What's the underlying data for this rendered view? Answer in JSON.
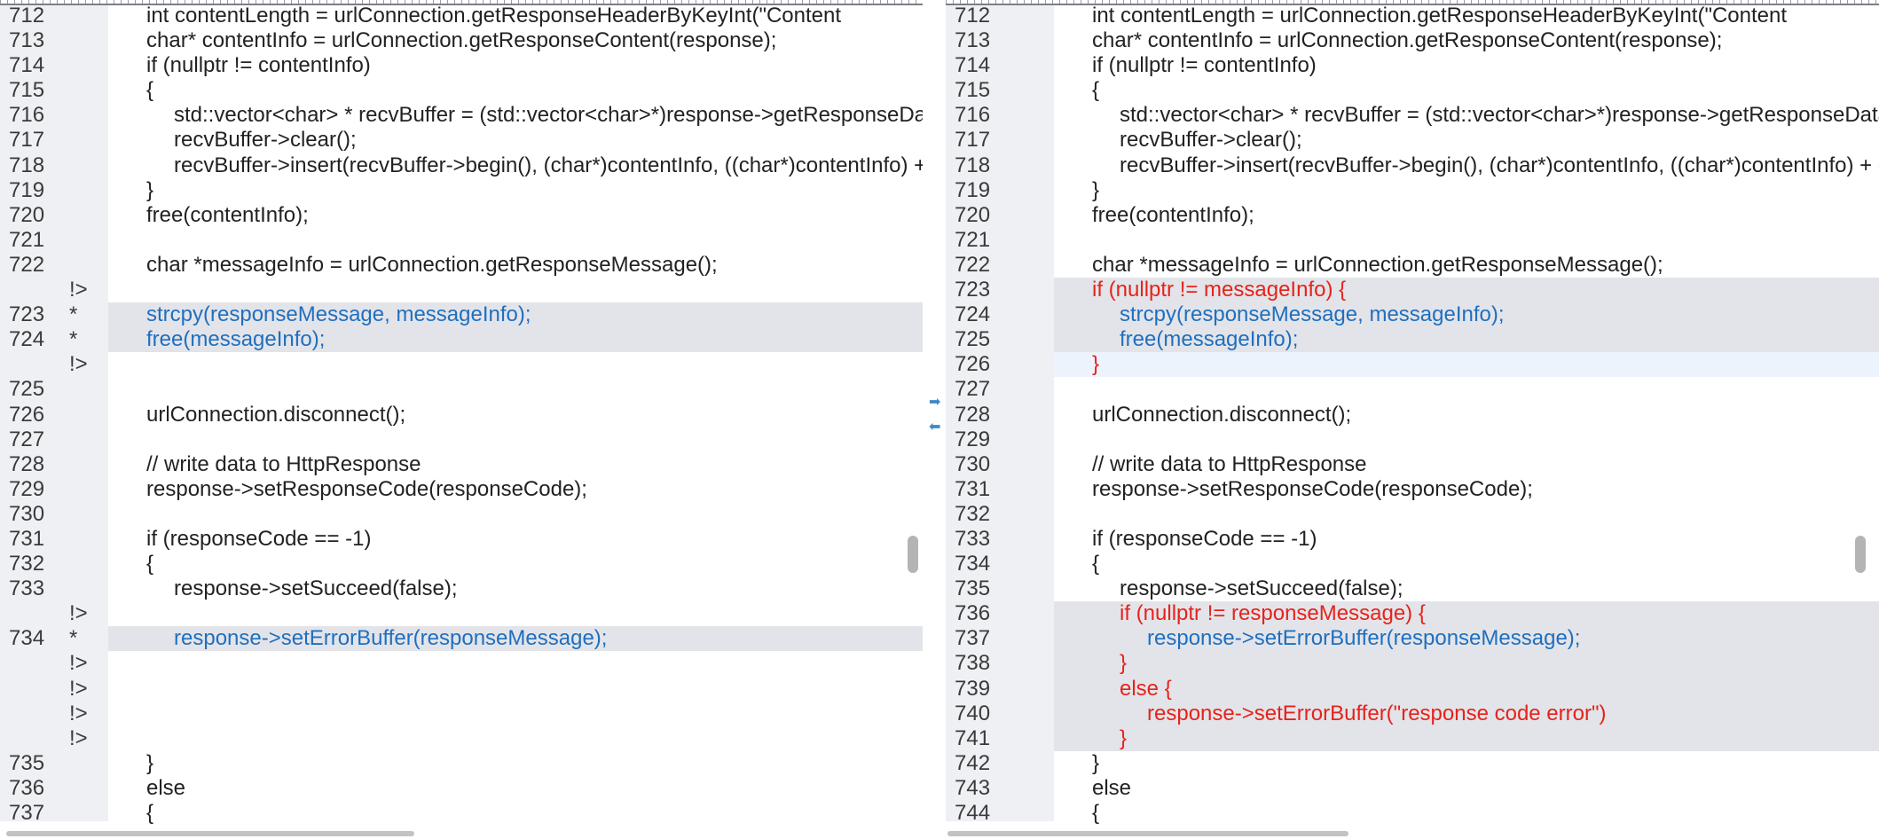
{
  "colors": {
    "added": "#e5231b",
    "changed": "#1f6fbf",
    "highlight": "#e3e4e9",
    "blank": "#edf3fc"
  },
  "left": {
    "rows": [
      {
        "num": "712",
        "marker": "",
        "indent": 1,
        "text": "int contentLength = urlConnection.getResponseHeaderByKeyInt(\"Content",
        "color": "",
        "bg": ""
      },
      {
        "num": "713",
        "marker": "",
        "indent": 1,
        "text": "char* contentInfo = urlConnection.getResponseContent(response);",
        "color": "",
        "bg": ""
      },
      {
        "num": "714",
        "marker": "",
        "indent": 1,
        "text": "if (nullptr != contentInfo)",
        "color": "",
        "bg": ""
      },
      {
        "num": "715",
        "marker": "",
        "indent": 1,
        "text": "{",
        "color": "",
        "bg": ""
      },
      {
        "num": "716",
        "marker": "",
        "indent": 2,
        "text": "std::vector<char> * recvBuffer = (std::vector<char>*)response->getResponseData();",
        "color": "",
        "bg": ""
      },
      {
        "num": "717",
        "marker": "",
        "indent": 2,
        "text": "recvBuffer->clear();",
        "color": "",
        "bg": ""
      },
      {
        "num": "718",
        "marker": "",
        "indent": 2,
        "text": "recvBuffer->insert(recvBuffer->begin(), (char*)contentInfo, ((char*)contentInfo) + contentLength);",
        "color": "",
        "bg": ""
      },
      {
        "num": "719",
        "marker": "",
        "indent": 1,
        "text": "}",
        "color": "",
        "bg": ""
      },
      {
        "num": "720",
        "marker": "",
        "indent": 1,
        "text": "free(contentInfo);",
        "color": "",
        "bg": ""
      },
      {
        "num": "721",
        "marker": "",
        "indent": 1,
        "text": "",
        "color": "",
        "bg": ""
      },
      {
        "num": "722",
        "marker": "",
        "indent": 1,
        "text": "char *messageInfo = urlConnection.getResponseMessage();",
        "color": "",
        "bg": ""
      },
      {
        "num": "",
        "marker": "!>",
        "indent": 1,
        "text": "",
        "color": "",
        "bg": "stripe"
      },
      {
        "num": "723",
        "marker": "*",
        "indent": 1,
        "text": "strcpy(responseMessage, messageInfo);",
        "color": "blue",
        "bg": "changed"
      },
      {
        "num": "724",
        "marker": "*",
        "indent": 1,
        "text": "free(messageInfo);",
        "color": "blue",
        "bg": "changed"
      },
      {
        "num": "",
        "marker": "!>",
        "indent": 1,
        "text": "",
        "color": "",
        "bg": "blank"
      },
      {
        "num": "725",
        "marker": "",
        "indent": 1,
        "text": "",
        "color": "",
        "bg": ""
      },
      {
        "num": "726",
        "marker": "",
        "indent": 1,
        "text": "urlConnection.disconnect();",
        "color": "",
        "bg": ""
      },
      {
        "num": "727",
        "marker": "",
        "indent": 1,
        "text": "",
        "color": "",
        "bg": ""
      },
      {
        "num": "728",
        "marker": "",
        "indent": 1,
        "text": "// write data to HttpResponse",
        "color": "",
        "bg": ""
      },
      {
        "num": "729",
        "marker": "",
        "indent": 1,
        "text": "response->setResponseCode(responseCode);",
        "color": "",
        "bg": ""
      },
      {
        "num": "730",
        "marker": "",
        "indent": 1,
        "text": "",
        "color": "",
        "bg": ""
      },
      {
        "num": "731",
        "marker": "",
        "indent": 1,
        "text": "if (responseCode == -1)",
        "color": "",
        "bg": ""
      },
      {
        "num": "732",
        "marker": "",
        "indent": 1,
        "text": "{",
        "color": "",
        "bg": ""
      },
      {
        "num": "733",
        "marker": "",
        "indent": 2,
        "text": "response->setSucceed(false);",
        "color": "",
        "bg": ""
      },
      {
        "num": "",
        "marker": "!>",
        "indent": 2,
        "text": "",
        "color": "",
        "bg": "stripe"
      },
      {
        "num": "734",
        "marker": "*",
        "indent": 2,
        "text": "response->setErrorBuffer(responseMessage);",
        "color": "blue",
        "bg": "changed"
      },
      {
        "num": "",
        "marker": "!>",
        "indent": 2,
        "text": "",
        "color": "",
        "bg": "stripe"
      },
      {
        "num": "",
        "marker": "!>",
        "indent": 2,
        "text": "",
        "color": "",
        "bg": "stripe"
      },
      {
        "num": "",
        "marker": "!>",
        "indent": 2,
        "text": "",
        "color": "",
        "bg": "stripe"
      },
      {
        "num": "",
        "marker": "!>",
        "indent": 2,
        "text": "",
        "color": "",
        "bg": "stripe"
      },
      {
        "num": "735",
        "marker": "",
        "indent": 1,
        "text": "}",
        "color": "",
        "bg": ""
      },
      {
        "num": "736",
        "marker": "",
        "indent": 1,
        "text": "else",
        "color": "",
        "bg": ""
      },
      {
        "num": "737",
        "marker": "",
        "indent": 1,
        "text": "{",
        "color": "",
        "bg": ""
      }
    ]
  },
  "right": {
    "rows": [
      {
        "num": "712",
        "marker": "",
        "indent": 1,
        "text": "int contentLength = urlConnection.getResponseHeaderByKeyInt(\"Content",
        "color": "",
        "bg": ""
      },
      {
        "num": "713",
        "marker": "",
        "indent": 1,
        "text": "char* contentInfo = urlConnection.getResponseContent(response);",
        "color": "",
        "bg": ""
      },
      {
        "num": "714",
        "marker": "",
        "indent": 1,
        "text": "if (nullptr != contentInfo)",
        "color": "",
        "bg": ""
      },
      {
        "num": "715",
        "marker": "",
        "indent": 1,
        "text": "{",
        "color": "",
        "bg": ""
      },
      {
        "num": "716",
        "marker": "",
        "indent": 2,
        "text": "std::vector<char> * recvBuffer = (std::vector<char>*)response->getResponseData();",
        "color": "",
        "bg": ""
      },
      {
        "num": "717",
        "marker": "",
        "indent": 2,
        "text": "recvBuffer->clear();",
        "color": "",
        "bg": ""
      },
      {
        "num": "718",
        "marker": "",
        "indent": 2,
        "text": "recvBuffer->insert(recvBuffer->begin(), (char*)contentInfo, ((char*)contentInfo) + contentLength);",
        "color": "",
        "bg": ""
      },
      {
        "num": "719",
        "marker": "",
        "indent": 1,
        "text": "}",
        "color": "",
        "bg": ""
      },
      {
        "num": "720",
        "marker": "",
        "indent": 1,
        "text": "free(contentInfo);",
        "color": "",
        "bg": ""
      },
      {
        "num": "721",
        "marker": "",
        "indent": 1,
        "text": "",
        "color": "",
        "bg": ""
      },
      {
        "num": "722",
        "marker": "",
        "indent": 1,
        "text": "char *messageInfo = urlConnection.getResponseMessage();",
        "color": "",
        "bg": ""
      },
      {
        "num": "723",
        "marker": "",
        "indent": 1,
        "text": "if (nullptr != messageInfo) {",
        "color": "red",
        "bg": "changed"
      },
      {
        "num": "724",
        "marker": "",
        "indent": 2,
        "text": "strcpy(responseMessage, messageInfo);",
        "color": "blue",
        "bg": "changed"
      },
      {
        "num": "725",
        "marker": "",
        "indent": 2,
        "text": "free(messageInfo);",
        "color": "blue",
        "bg": "changed"
      },
      {
        "num": "726",
        "marker": "",
        "indent": 1,
        "text": "}",
        "color": "red",
        "bg": "blank"
      },
      {
        "num": "727",
        "marker": "",
        "indent": 1,
        "text": "",
        "color": "",
        "bg": ""
      },
      {
        "num": "728",
        "marker": "",
        "indent": 1,
        "text": "urlConnection.disconnect();",
        "color": "",
        "bg": ""
      },
      {
        "num": "729",
        "marker": "",
        "indent": 1,
        "text": "",
        "color": "",
        "bg": ""
      },
      {
        "num": "730",
        "marker": "",
        "indent": 1,
        "text": "// write data to HttpResponse",
        "color": "",
        "bg": ""
      },
      {
        "num": "731",
        "marker": "",
        "indent": 1,
        "text": "response->setResponseCode(responseCode);",
        "color": "",
        "bg": ""
      },
      {
        "num": "732",
        "marker": "",
        "indent": 1,
        "text": "",
        "color": "",
        "bg": ""
      },
      {
        "num": "733",
        "marker": "",
        "indent": 1,
        "text": "if (responseCode == -1)",
        "color": "",
        "bg": ""
      },
      {
        "num": "734",
        "marker": "",
        "indent": 1,
        "text": "{",
        "color": "",
        "bg": ""
      },
      {
        "num": "735",
        "marker": "",
        "indent": 2,
        "text": "response->setSucceed(false);",
        "color": "",
        "bg": ""
      },
      {
        "num": "736",
        "marker": "",
        "indent": 2,
        "text": "if (nullptr != responseMessage) {",
        "color": "red",
        "bg": "changed"
      },
      {
        "num": "737",
        "marker": "",
        "indent": 3,
        "text": "response->setErrorBuffer(responseMessage);",
        "color": "blue",
        "bg": "changed"
      },
      {
        "num": "738",
        "marker": "",
        "indent": 2,
        "text": "}",
        "color": "red",
        "bg": "changed"
      },
      {
        "num": "739",
        "marker": "",
        "indent": 2,
        "text": "else {",
        "color": "red",
        "bg": "changed"
      },
      {
        "num": "740",
        "marker": "",
        "indent": 3,
        "text": "response->setErrorBuffer(\"response code error\")",
        "color": "red",
        "bg": "changed"
      },
      {
        "num": "741",
        "marker": "",
        "indent": 2,
        "text": "}",
        "color": "red",
        "bg": "changed"
      },
      {
        "num": "742",
        "marker": "",
        "indent": 1,
        "text": "}",
        "color": "",
        "bg": ""
      },
      {
        "num": "743",
        "marker": "",
        "indent": 1,
        "text": "else",
        "color": "",
        "bg": ""
      },
      {
        "num": "744",
        "marker": "",
        "indent": 1,
        "text": "{",
        "color": "",
        "bg": ""
      }
    ]
  },
  "icons": {
    "next_diff": "arrow-right-icon",
    "prev_diff": "arrow-left-icon"
  }
}
